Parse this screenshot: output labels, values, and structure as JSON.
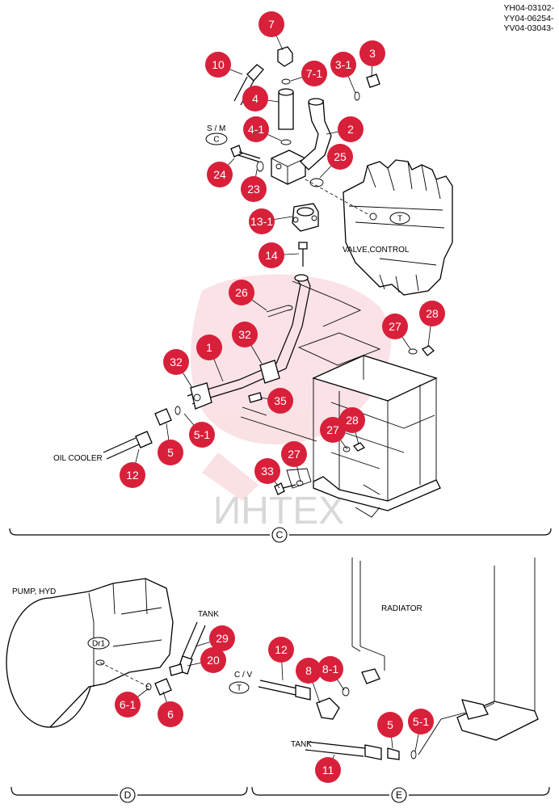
{
  "serials": [
    "YH04-03102-",
    "YY04-06254-",
    "YV04-03043-"
  ],
  "watermark": "ИНТЕХ",
  "section_labels": {
    "c": "C",
    "d": "D",
    "e": "E"
  },
  "labels": {
    "valve_control": "VALVE,CONTROL",
    "t_valve": "T",
    "sm": "S / M",
    "c_badge": "C",
    "oil_cooler": "OIL COOLER",
    "pump_hyd": "PUMP, HYD",
    "dr1": "Dr1",
    "tank_d": "TANK",
    "radiator": "RADIATOR",
    "cv": "C / V",
    "t_e": "T",
    "tank_e": "TANK"
  },
  "callouts": [
    "7",
    "10",
    "3-1",
    "3",
    "7-1",
    "4",
    "2",
    "4-1",
    "25",
    "24",
    "23",
    "13-1",
    "14",
    "26",
    "28",
    "27",
    "32",
    "1",
    "32",
    "35",
    "5",
    "5-1",
    "12",
    "27",
    "28",
    "27",
    "33",
    "29",
    "20",
    "6-1",
    "6",
    "12",
    "8",
    "8-1",
    "5",
    "5-1",
    "11"
  ]
}
